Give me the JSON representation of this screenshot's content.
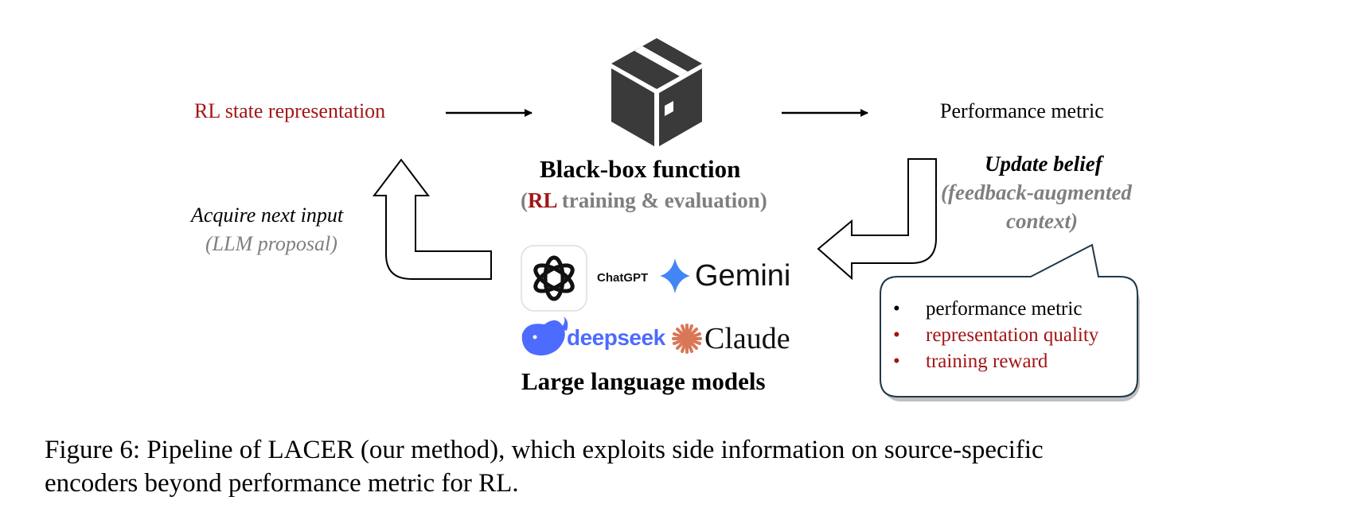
{
  "colors": {
    "dark_red": "#a31515",
    "gray": "#7f7f7f",
    "black": "#000000",
    "box_dark": "#3a3a3a",
    "gemini_blue": "#4285f4",
    "deepseek_blue": "#4d6bfe",
    "claude_orange": "#d97757"
  },
  "inputs": {
    "state_label": "RL state representation",
    "output_label": "Performance metric"
  },
  "black_box": {
    "title": "Black-box function",
    "sub_open": "(",
    "sub_rl": "RL",
    "sub_rest": " training & evaluation",
    "sub_close": ")"
  },
  "acquire": {
    "title": "Acquire next input",
    "subtitle": "(LLM proposal)"
  },
  "update": {
    "title": "Update belief",
    "subtitle_line1": "(feedback-augmented",
    "subtitle_line2": "context)"
  },
  "feedback_items": [
    {
      "text": "performance metric",
      "color": "#000000"
    },
    {
      "text": "representation quality",
      "color": "#a31515"
    },
    {
      "text": "training reward",
      "color": "#a31515"
    }
  ],
  "llm": {
    "chatgpt": "ChatGPT",
    "gemini": "Gemini",
    "deepseek": "deepseek",
    "claude": "Claude",
    "caption": "Large language models"
  },
  "icons": {
    "box": "package-box-icon",
    "openai": "openai-logo-icon",
    "gemini": "gemini-star-icon",
    "deepseek": "deepseek-whale-icon",
    "claude": "claude-burst-icon"
  },
  "figure_caption": {
    "line1": "Figure 6: Pipeline of LACER (our method), which exploits side information on source-specific",
    "line2": "encoders beyond performance metric for RL."
  }
}
